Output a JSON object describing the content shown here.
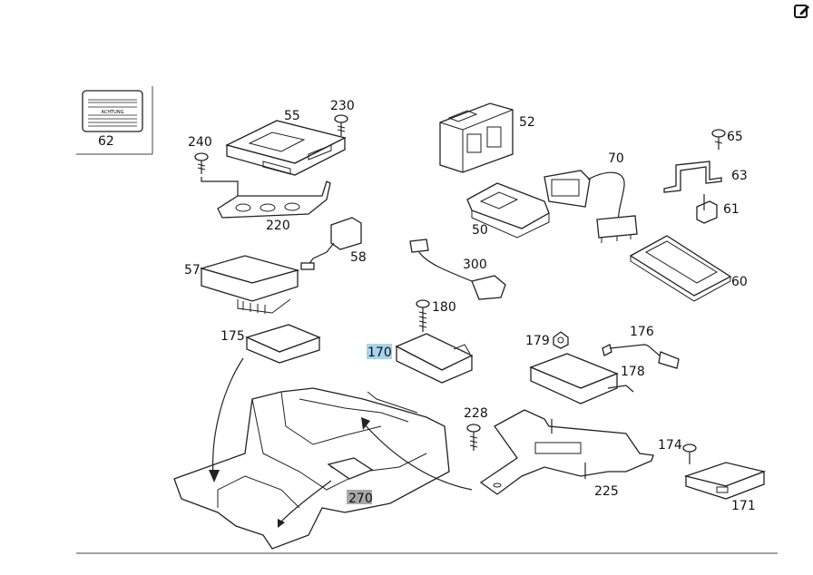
{
  "toolbar": {
    "edit_icon": "edit-icon"
  },
  "inset": {
    "label": "62",
    "sticker_text": "ACHTUNG"
  },
  "parts": {
    "p55": "55",
    "p230": "230",
    "p240": "240",
    "p220": "220",
    "p52": "52",
    "p65": "65",
    "p63": "63",
    "p70": "70",
    "p61": "61",
    "p50": "50",
    "p58": "58",
    "p57": "57",
    "p300": "300",
    "p60": "60",
    "p180": "180",
    "p175": "175",
    "p170": "170",
    "p179": "179",
    "p176": "176",
    "p178": "178",
    "p228": "228",
    "p174": "174",
    "p270": "270",
    "p225": "225",
    "p171": "171"
  },
  "highlight": {
    "selected_part": "170",
    "secondary_part": "270",
    "selected_color": "#a9d3ea",
    "secondary_color": "#a8a8a8"
  }
}
